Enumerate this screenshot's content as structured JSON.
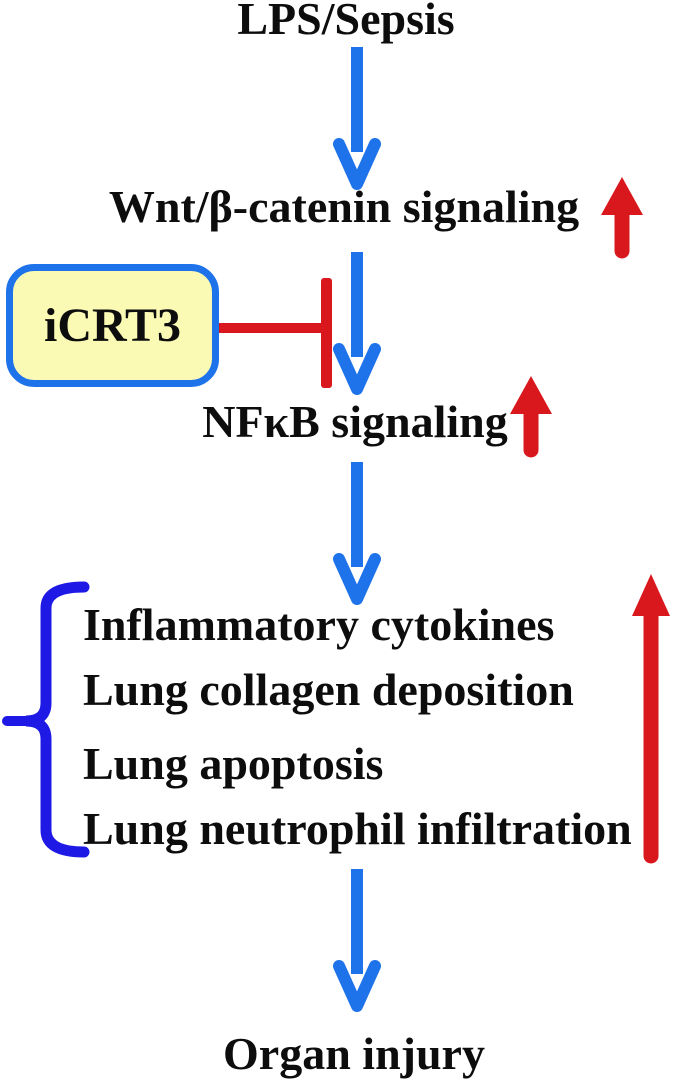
{
  "figure": {
    "type": "signaling-pathway-diagram",
    "nodes": {
      "lps": "LPS/Sepsis",
      "wnt": "Wnt/β-catenin signaling",
      "inhibitor": "iCRT3",
      "nfkb": "NFκB signaling",
      "organ": "Organ injury"
    },
    "outcomes": [
      "Inflammatory cytokines",
      "Lung collagen deposition",
      "Lung apoptosis",
      "Lung neutrophil infiltration"
    ],
    "icons": {
      "down_arrow": "leads-to",
      "up_arrow": "increase",
      "t_bar": "inhibition",
      "brace": "grouping-brace"
    },
    "colors": {
      "arrow-blue": "#1e72ea",
      "brace-blue": "#1f19e6",
      "red": "#d9181d",
      "box-fill": "#fafab4",
      "box-border": "#1e72ea",
      "text": "#0d0d0d",
      "bg": "#ffffff"
    }
  }
}
